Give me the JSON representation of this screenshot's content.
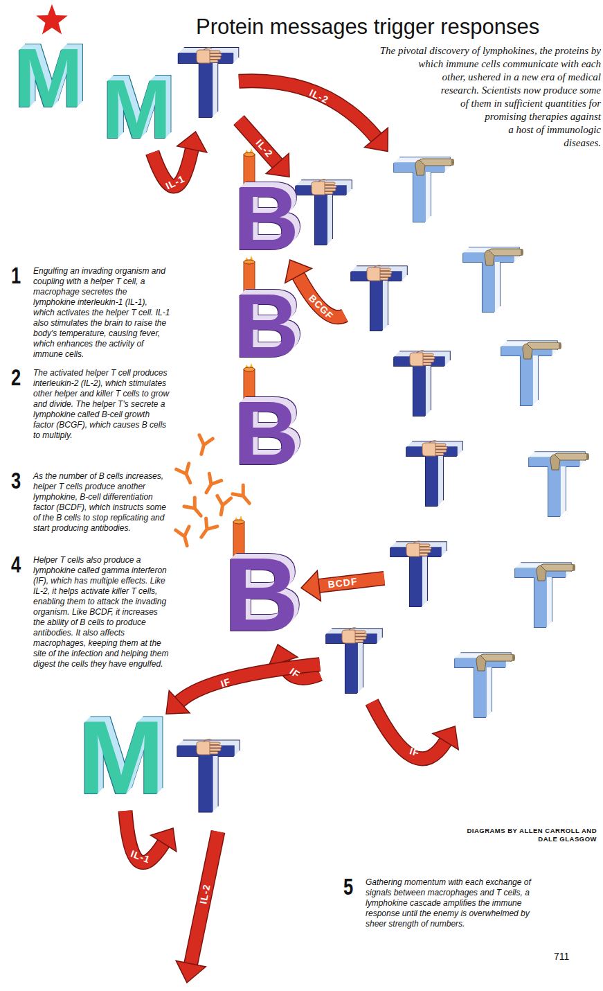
{
  "diagram": {
    "title": "Protein messages trigger responses",
    "caption": "The pivotal discovery of lymphokines, the proteins by which immune cells communicate with each other, ushered in a new era of medical research. Scientists now produce some of them in sufficient quantities for promising therapies against a host of immunologic diseases.",
    "nodes": [
      {
        "text": [
          "M"
        ]
      },
      {
        "text": [
          "M"
        ]
      },
      {
        "text": [
          "T"
        ]
      },
      {
        "text": [
          "T"
        ]
      },
      {
        "text": [
          "T"
        ]
      },
      {
        "text": [
          "T"
        ]
      },
      {
        "text": [
          "T"
        ]
      },
      {
        "text": [
          "T"
        ]
      },
      {
        "text": [
          "T"
        ]
      },
      {
        "text": [
          "T"
        ]
      },
      {
        "text": [
          "T"
        ]
      },
      {
        "text": [
          "T"
        ]
      },
      {
        "text": [
          "T"
        ]
      },
      {
        "text": [
          "T"
        ]
      },
      {
        "text": [
          "T"
        ]
      },
      {
        "text": [
          "B"
        ]
      },
      {
        "text": [
          "B"
        ]
      },
      {
        "text": [
          "B"
        ]
      },
      {
        "text": [
          "B"
        ]
      },
      {
        "text": [
          "M"
        ]
      },
      {
        "text": [
          "T"
        ]
      }
    ],
    "edges": [
      {
        "from": 1,
        "to": 2,
        "label": "IL-1",
        "arrow": "to"
      },
      {
        "from": 2,
        "to": 3,
        "label": "IL-2",
        "arrow": "to"
      },
      {
        "from": 2,
        "to": 9,
        "label": "IL-2",
        "arrow": "to"
      },
      {
        "from": 4,
        "to": 15,
        "label": "BCGF",
        "arrow": "to"
      },
      {
        "from": 7,
        "to": 18,
        "label": "BCDF",
        "arrow": "to"
      },
      {
        "from": 8,
        "to": 18,
        "label": "IF",
        "arrow": "to"
      },
      {
        "from": 8,
        "to": 19,
        "label": "IF",
        "arrow": "to"
      },
      {
        "from": 8,
        "to": 14,
        "label": "IF",
        "arrow": "to"
      },
      {
        "from": 19,
        "to": 20,
        "label": "IL-1",
        "arrow": "to"
      }
    ],
    "labels": [
      "1",
      "Engulfing an invading organism and coupling with a helper T cell, a macrophage secretes the lymphokine interleukin-1 (IL-1), which activates the helper T cell. IL-1 also stimulates the brain to raise the body's temperature, causing fever, which enhances the activity of immune cells.",
      "2",
      "The activated helper T cell produces interleukin-2 (IL-2), which stimulates other helper and killer T cells to grow and divide. The helper T's secrete a lymphokine called B-cell growth factor (BCGF), which causes B cells to multiply.",
      "3",
      "As the number of B cells increases, helper T cells produce another lymphokine, B-cell differentiation factor (BCDF), which instructs some of the B cells to stop replicating and start producing antibodies.",
      "4",
      "Helper T cells also produce a lymphokine called gamma interferon (IF), which has multiple effects. Like IL-2, it helps activate killer T cells, enabling them to attack the invading organism. Like BCDF, it increases the ability of B cells to produce antibodies. It also affects macrophages, keeping them at the site of the infection and helping them digest the cells they have engulfed.",
      "IL-2",
      "5",
      "Gathering momentum with each exchange of signals between macrophages and T cells, a lymphokine cascade amplifies the immune response until the enemy is overwhelmed by sheer strength of numbers.",
      "DIAGRAMS BY ALLEN CARROLL AND DALE GLASGOW",
      "711"
    ]
  }
}
